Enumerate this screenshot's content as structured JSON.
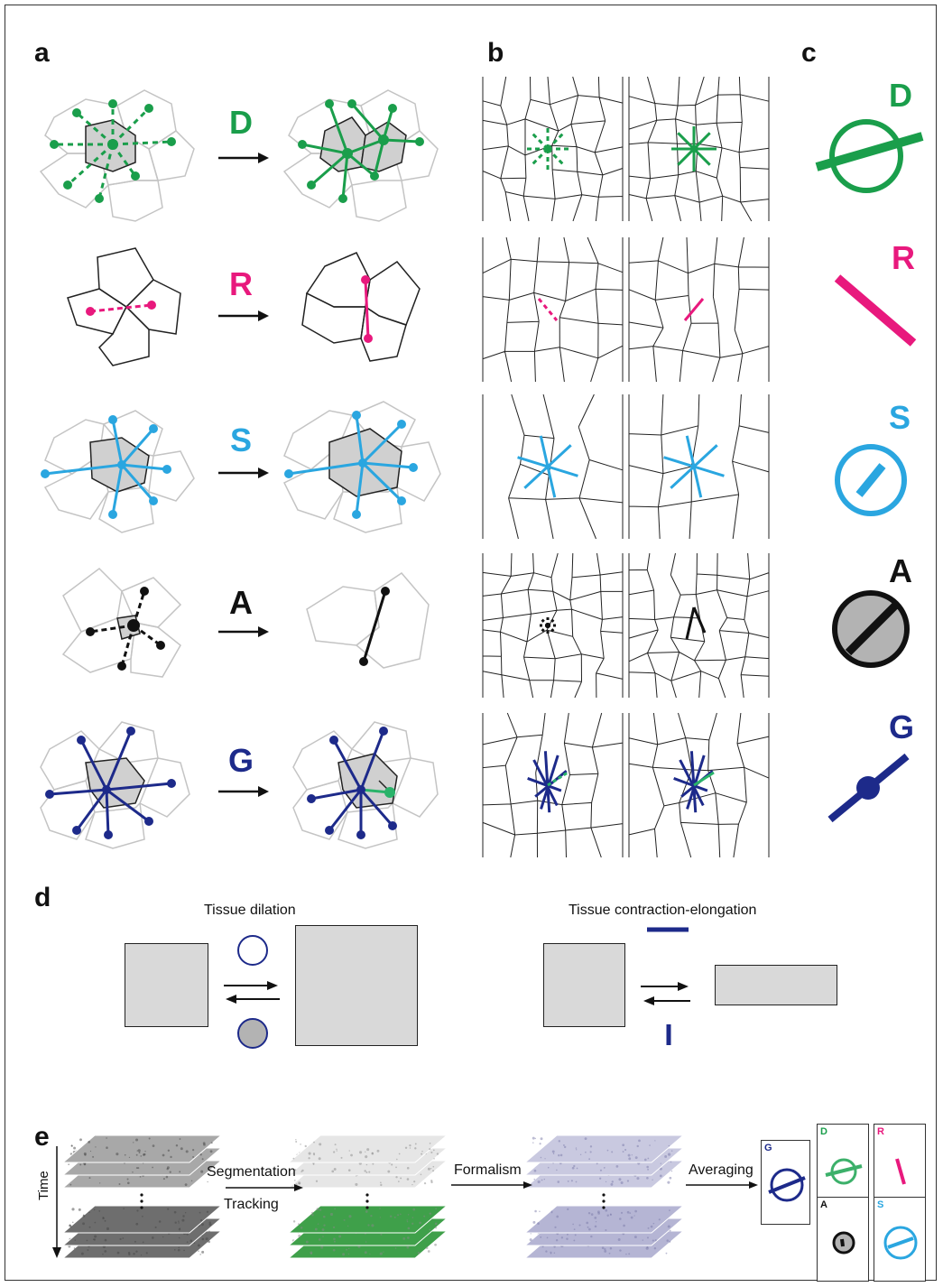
{
  "panels": {
    "a": "a",
    "b": "b",
    "c": "c",
    "d": "d",
    "e": "e"
  },
  "events": [
    {
      "key": "D",
      "label": "D",
      "color": "#1a9e4b"
    },
    {
      "key": "R",
      "label": "R",
      "color": "#e8197d"
    },
    {
      "key": "S",
      "label": "S",
      "color": "#2aa6e0"
    },
    {
      "key": "A",
      "label": "A",
      "color": "#111111"
    },
    {
      "key": "G",
      "label": "G",
      "color": "#1d2a8a"
    }
  ],
  "panel_d": {
    "left_title": "Tissue dilation",
    "right_title": "Tissue contraction-elongation"
  },
  "panel_e": {
    "time_label": "Time",
    "step1_top": "Segmentation",
    "step1_bottom": "Tracking",
    "step2": "Formalism",
    "step3": "Averaging",
    "boxes": {
      "G": "G",
      "D": "D",
      "R": "R",
      "A": "A",
      "S": "S"
    }
  },
  "colors": {
    "D": "#1a9e4b",
    "R": "#e8197d",
    "S": "#2aa6e0",
    "A": "#111111",
    "G": "#1d2a8a",
    "cell_edge": "#bbbbbb",
    "cell_fill": "#d0d0d0",
    "tissue_fill": "#d9d9d9"
  }
}
